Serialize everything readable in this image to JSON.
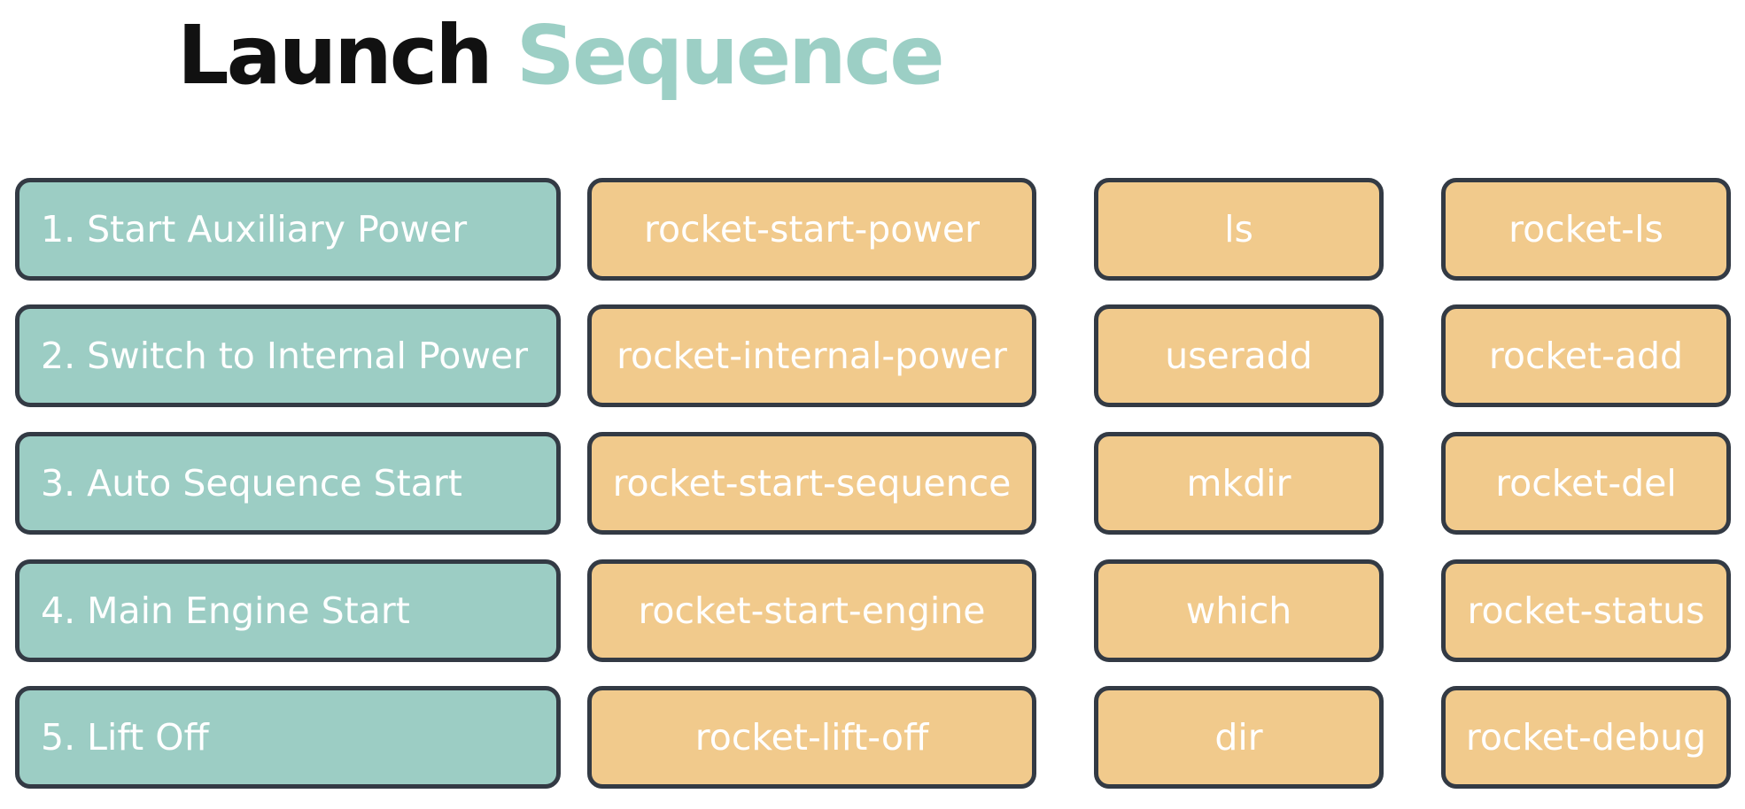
{
  "title": {
    "part1": "Launch",
    "part2": "Sequence"
  },
  "steps": [
    "1. Start Auxiliary Power",
    "2. Switch to Internal Power",
    "3. Auto Sequence Start",
    "4. Main Engine Start",
    "5. Lift Off"
  ],
  "rocket_commands": [
    "rocket-start-power",
    "rocket-internal-power",
    "rocket-start-sequence",
    "rocket-start-engine",
    "rocket-lift-off"
  ],
  "linux_commands": [
    "ls",
    "useradd",
    "mkdir",
    "which",
    "dir"
  ],
  "rocket_tools": [
    "rocket-ls",
    "rocket-add",
    "rocket-del",
    "rocket-status",
    "rocket-debug"
  ],
  "colors": {
    "title_dark": "#111111",
    "accent_teal": "#9ccdc4",
    "command_orange": "#f1ca8c",
    "border": "#333a44"
  }
}
